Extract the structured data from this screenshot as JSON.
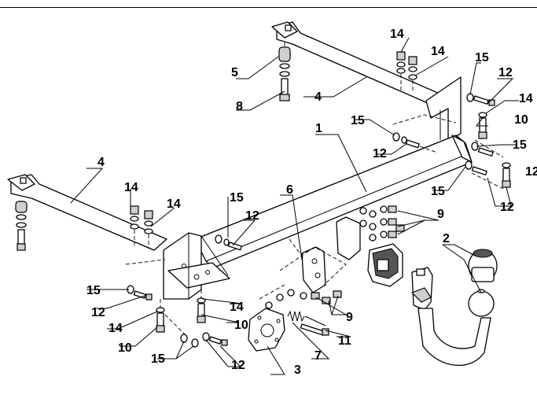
{
  "callouts": [
    {
      "id": "c1",
      "text": "1"
    },
    {
      "id": "c2",
      "text": "2"
    },
    {
      "id": "c3",
      "text": "3"
    },
    {
      "id": "c4a",
      "text": "4"
    },
    {
      "id": "c4b",
      "text": "4"
    },
    {
      "id": "c5",
      "text": "5"
    },
    {
      "id": "c6",
      "text": "6"
    },
    {
      "id": "c7",
      "text": "7"
    },
    {
      "id": "c8",
      "text": "8"
    },
    {
      "id": "c9a",
      "text": "9"
    },
    {
      "id": "c9b",
      "text": "9"
    },
    {
      "id": "c10a",
      "text": "10"
    },
    {
      "id": "c10b",
      "text": "10"
    },
    {
      "id": "c10c",
      "text": "10"
    },
    {
      "id": "c11",
      "text": "11"
    },
    {
      "id": "c12a",
      "text": "12"
    },
    {
      "id": "c12b",
      "text": "12"
    },
    {
      "id": "c12c",
      "text": "12"
    },
    {
      "id": "c12d",
      "text": "12"
    },
    {
      "id": "c12e",
      "text": "12"
    },
    {
      "id": "c12f",
      "text": "12"
    },
    {
      "id": "c12g",
      "text": "12"
    },
    {
      "id": "c14a",
      "text": "14"
    },
    {
      "id": "c14b",
      "text": "14"
    },
    {
      "id": "c14c",
      "text": "14"
    },
    {
      "id": "c14d",
      "text": "14"
    },
    {
      "id": "c14e",
      "text": "14"
    },
    {
      "id": "c14f",
      "text": "14"
    },
    {
      "id": "c14g",
      "text": "14"
    },
    {
      "id": "c15a",
      "text": "15"
    },
    {
      "id": "c15b",
      "text": "15"
    },
    {
      "id": "c15c",
      "text": "15"
    },
    {
      "id": "c15d",
      "text": "15"
    },
    {
      "id": "c15e",
      "text": "15"
    },
    {
      "id": "c15f",
      "text": "15"
    },
    {
      "id": "c15g",
      "text": "15"
    }
  ]
}
